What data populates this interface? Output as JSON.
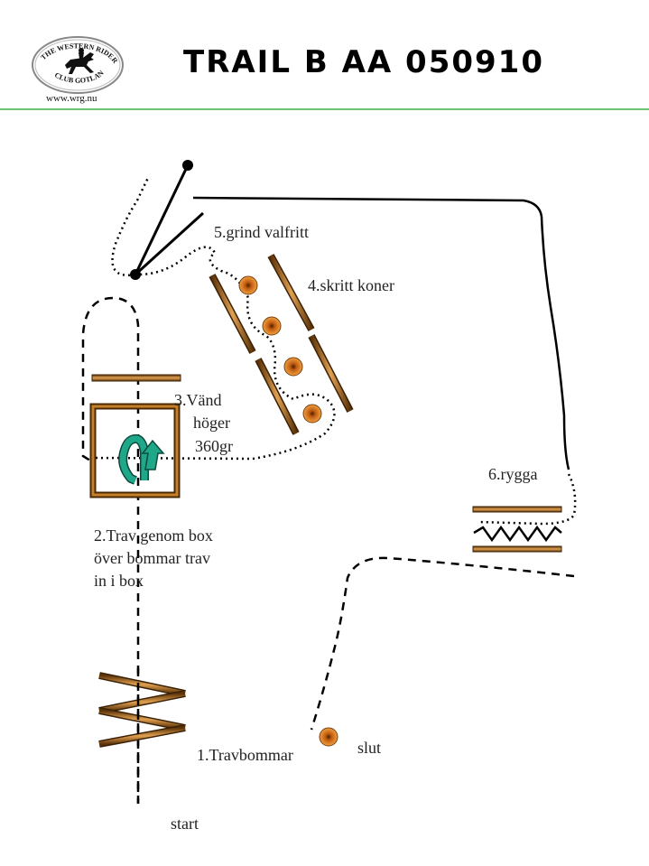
{
  "header": {
    "title": "TRAIL B AA 050910",
    "url": "www.wrg.nu",
    "logo_text_top": "THE WESTERN RIDERS",
    "logo_text_bottom": "CLUB GOTLAND",
    "rule_color": "#3cb043"
  },
  "labels": {
    "gate": "5.grind valfritt",
    "cones": "4.skritt koner",
    "turn_1": "3.Vänd",
    "turn_2": "höger",
    "turn_3": "360gr",
    "box_1": "2.Trav genom box",
    "box_2": "över bommar trav",
    "box_3": "in i box",
    "backup": "6.rygga",
    "trot_poles": "1.Travbommar",
    "finish": "slut",
    "start": "start"
  },
  "icons": {
    "turn_arrow": "u-turn-arrow-icon",
    "logo": "horse-rider-logo-icon"
  },
  "colors": {
    "pole": "#b8741a",
    "cone": "#e08a1e",
    "arrow": "#1fa78a"
  }
}
